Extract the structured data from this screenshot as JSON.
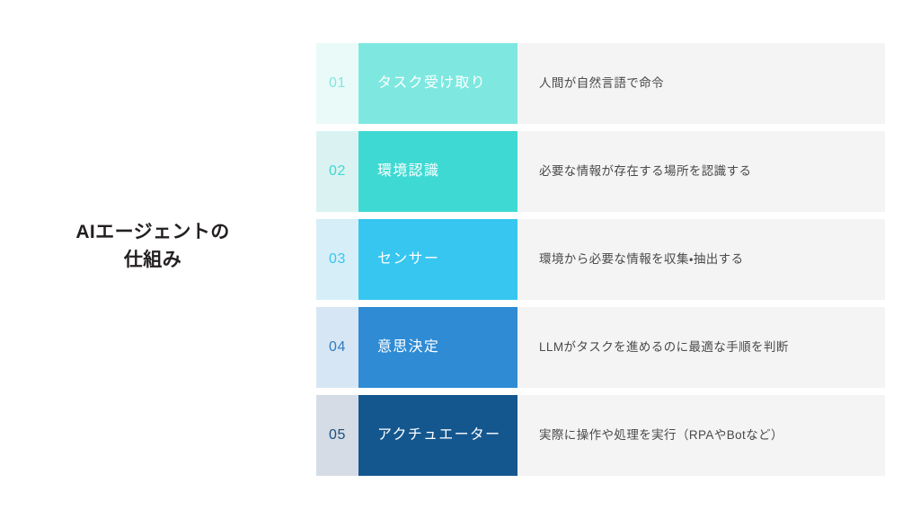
{
  "slide": {
    "title_lines": [
      "AIエージェントの",
      "仕組み"
    ],
    "background_color": "#ffffff",
    "panel_color": "#f4f4f4",
    "description_text_color": "#4a4a4a",
    "title_text_color": "#231f20"
  },
  "steps": [
    {
      "number": "01",
      "label": "タスク受け取り",
      "description": "人間が自然言語で命令",
      "accent_color": "#7ee8e0",
      "number_bg_color": "#eafaf8",
      "number_text_color": "#7ee8e0"
    },
    {
      "number": "02",
      "label": "環境認識",
      "description": "必要な情報が存在する場所を認識する",
      "accent_color": "#3fd9d3",
      "number_bg_color": "#daf3f2",
      "number_text_color": "#3fd9d3"
    },
    {
      "number": "03",
      "label": "センサー",
      "description": "環境から必要な情報を収集・抽出する",
      "accent_color": "#36c6f0",
      "number_bg_color": "#d6eef8",
      "number_text_color": "#36c6f0"
    },
    {
      "number": "04",
      "label": "意思決定",
      "description": "LLMがタスクを進めるのに最適な手順を判断",
      "accent_color": "#2e8bd4",
      "number_bg_color": "#d7e6f4",
      "number_text_color": "#2e7cc0"
    },
    {
      "number": "05",
      "label": "アクチュエーター",
      "description": "実際に操作や処理を実行（RPAやBotなど）",
      "accent_color": "#14578f",
      "number_bg_color": "#d5dce5",
      "number_text_color": "#1b4f7e"
    }
  ]
}
